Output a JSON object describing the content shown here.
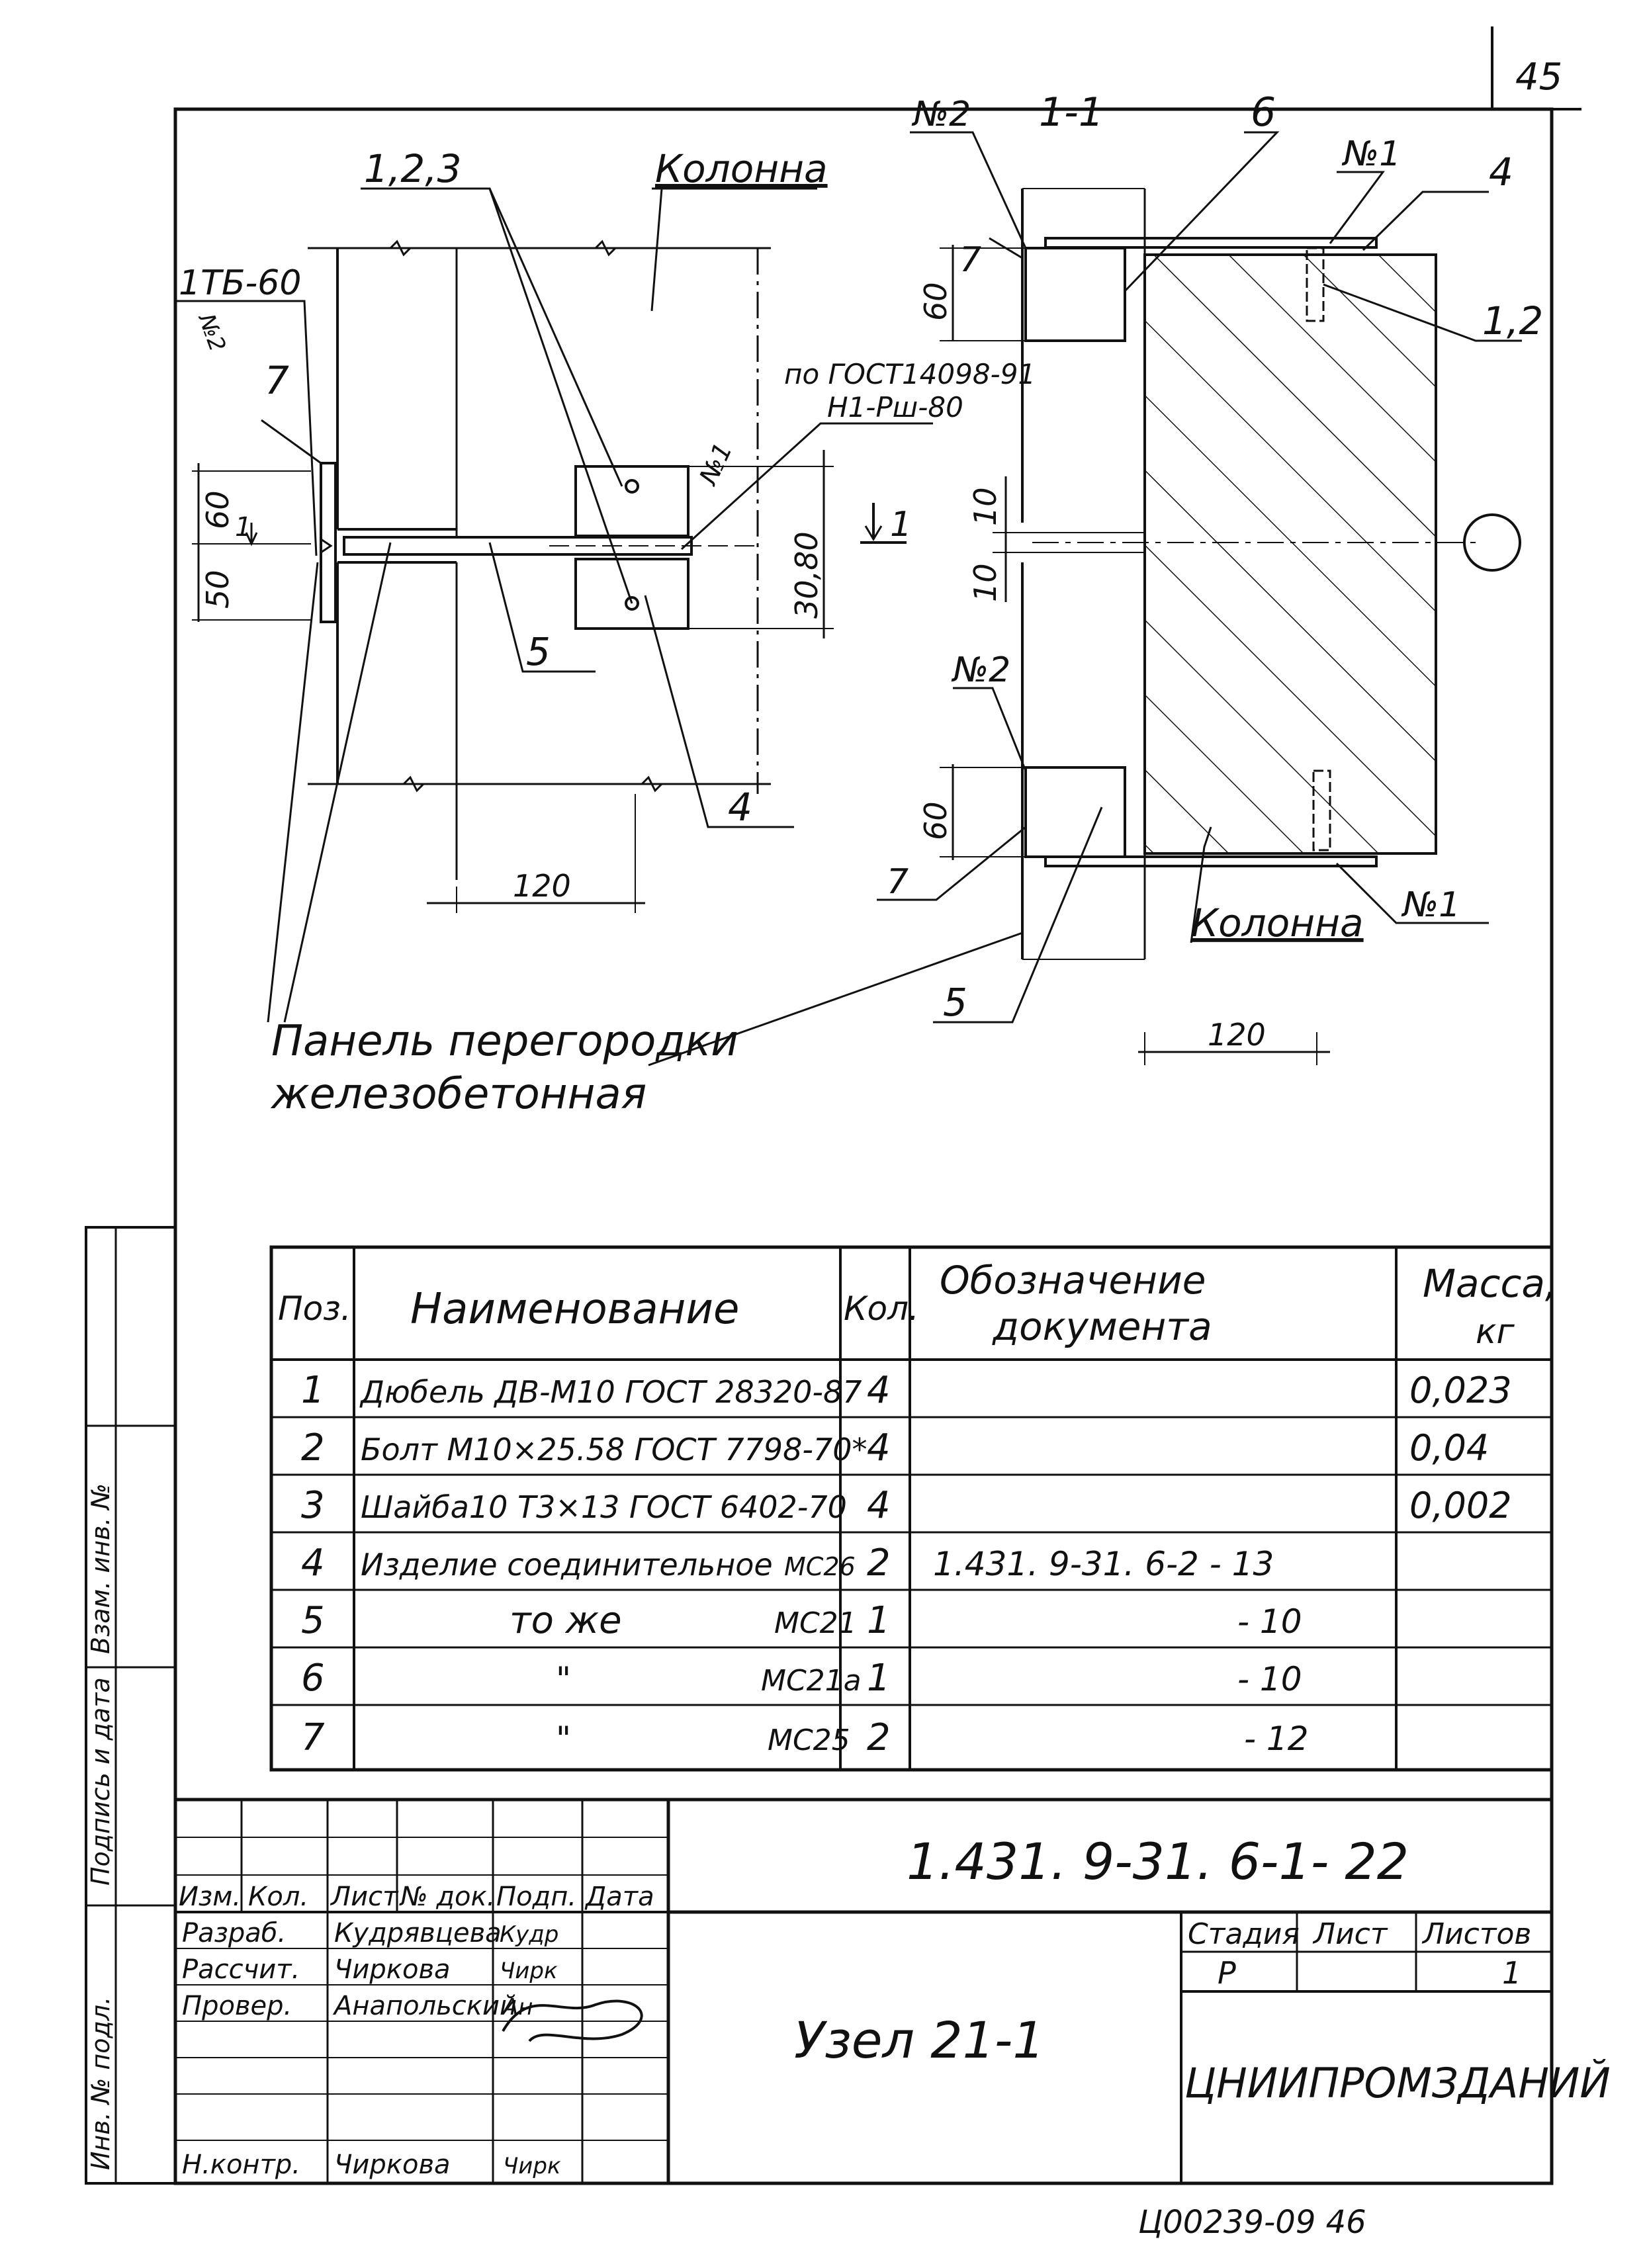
{
  "page_number": "45",
  "drawing": {
    "plan_labels": {
      "items_123": "1,2,3",
      "column": "Колонна",
      "tb": "1ТБ-60",
      "weld_2": "№2",
      "item_7": "7",
      "weld_1": "№1",
      "gost_weld": "по ГОСТ14098-91",
      "weld_type": "Н1-Рш-80",
      "item_5": "5",
      "item_4": "4",
      "dim_60": "60",
      "dim_50": "50",
      "dim_30_80": "30,80",
      "dim_120": "120",
      "cut_mark": "1"
    },
    "section_labels": {
      "title": "1-1",
      "weld_2_top": "№2",
      "item_6": "6",
      "weld_1_top": "№1",
      "item_4": "4",
      "item_7_top": "7",
      "dim_60_top": "60",
      "items_12": "1,2",
      "dim_10_top": "10",
      "dim_10_bottom": "10",
      "weld_2_bottom": "№2",
      "dim_60_bottom": "60",
      "item_7_bottom": "7",
      "column": "Колонна",
      "weld_1_bottom": "№1",
      "item_5": "5",
      "dim_120": "120"
    },
    "panel_label_line1": "Панель перегородки",
    "panel_label_line2": "железобетонная"
  },
  "spec_table": {
    "headers": {
      "pos": "Поз.",
      "name": "Наименование",
      "qty": "Кол.",
      "doc_line1": "Обозначение",
      "doc_line2": "документа",
      "mass_line1": "Масса,",
      "mass_line2": "кг"
    },
    "rows": [
      {
        "pos": "1",
        "name": "Дюбель ДВ-М10 ГОСТ 28320-87",
        "tag": "",
        "qty": "4",
        "doc": "",
        "mass": "0,023"
      },
      {
        "pos": "2",
        "name": "Болт М10×25.58 ГОСТ 7798-70*",
        "tag": "",
        "qty": "4",
        "doc": "",
        "mass": "0,04"
      },
      {
        "pos": "3",
        "name": "Шайба10 Т3×13 ГОСТ 6402-70",
        "tag": "",
        "qty": "4",
        "doc": "",
        "mass": "0,002"
      },
      {
        "pos": "4",
        "name": "Изделие соединительное",
        "tag": "МС26",
        "qty": "2",
        "doc": "1.431. 9-31. 6-2 - 13",
        "mass": ""
      },
      {
        "pos": "5",
        "name": "то же",
        "tag": "МС21",
        "qty": "1",
        "doc": "- 10",
        "mass": ""
      },
      {
        "pos": "6",
        "name": "\"",
        "tag": "МС21а",
        "qty": "1",
        "doc": "- 10",
        "mass": ""
      },
      {
        "pos": "7",
        "name": "\"",
        "tag": "МС25",
        "qty": "2",
        "doc": "- 12",
        "mass": ""
      }
    ]
  },
  "side_stamp": {
    "labels": [
      "Инв. № подл.",
      "Подпись и дата",
      "Взам. инв. №"
    ]
  },
  "title_block": {
    "doc_code": "1.431. 9-31. 6-1- 22",
    "sheet_title": "Узел 21-1",
    "org": "ЦНИИПРОМЗДАНИЙ",
    "header_cells": [
      "Изм.",
      "Кол.",
      "Лист",
      "№ док.",
      "Подп.",
      "Дата"
    ],
    "roles": [
      {
        "role": "Разраб.",
        "name": "Кудрявцева",
        "sign": "Кудр"
      },
      {
        "role": "Рассчит.",
        "name": "Чиркова",
        "sign": "Чирк"
      },
      {
        "role": "Провер.",
        "name": "Анапольский",
        "sign": "Ан"
      },
      {
        "role": "Н.контр.",
        "name": "Чиркова",
        "sign": "Чирк"
      }
    ],
    "stage_header": "Стадия",
    "sheet_header": "Лист",
    "sheets_header": "Листов",
    "stage": "Р",
    "sheet": "",
    "sheets": "1"
  },
  "archive_number": "Ц00239-09   46"
}
